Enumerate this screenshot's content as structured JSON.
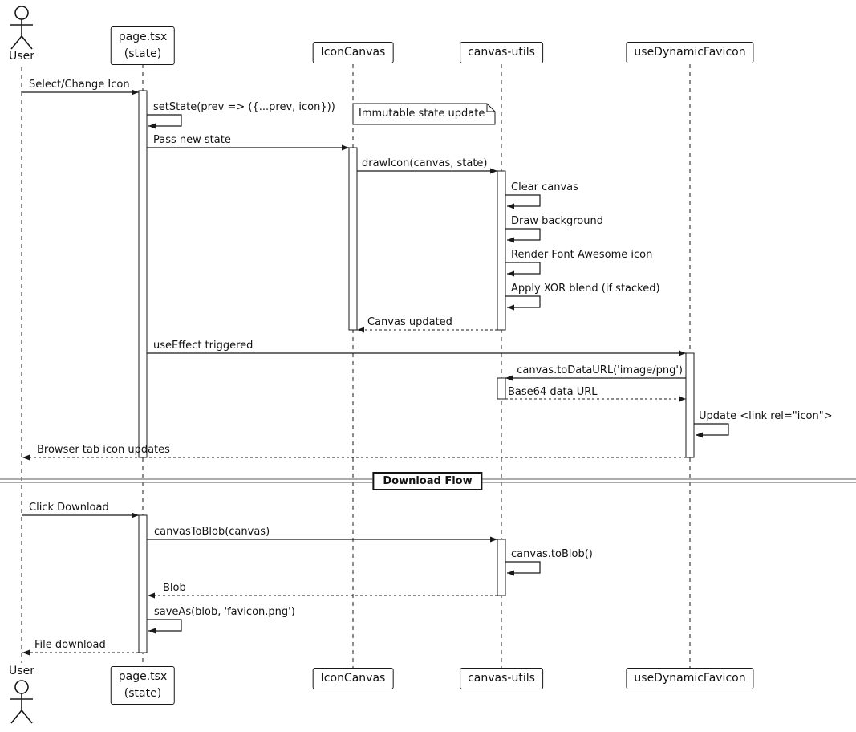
{
  "participants": {
    "user": {
      "label": "User"
    },
    "page": {
      "line1": "page.tsx",
      "line2": "(state)"
    },
    "icon_canvas": {
      "label": "IconCanvas"
    },
    "canvas_utils": {
      "label": "canvas-utils"
    },
    "use_dynamic_favicon": {
      "label": "useDynamicFavicon"
    }
  },
  "note": {
    "text": "Immutable state update"
  },
  "divider": {
    "label": "Download Flow"
  },
  "messages": {
    "select_change_icon": "Select/Change Icon",
    "set_state": "setState(prev => ({...prev, icon}))",
    "pass_new_state": "Pass new state",
    "draw_icon": "drawIcon(canvas, state)",
    "clear_canvas": "Clear canvas",
    "draw_background": "Draw background",
    "render_fa_icon": "Render Font Awesome icon",
    "apply_xor": "Apply XOR blend (if stacked)",
    "canvas_updated": "Canvas updated",
    "use_effect": "useEffect triggered",
    "to_data_url": "canvas.toDataURL('image/png')",
    "base64_data_url": "Base64 data URL",
    "update_link": "Update <link rel=\"icon\">",
    "browser_tab": "Browser tab icon updates",
    "click_download": "Click Download",
    "canvas_to_blob": "canvasToBlob(canvas)",
    "to_blob": "canvas.toBlob()",
    "blob": "Blob",
    "save_as": "saveAs(blob, 'favicon.png')",
    "file_download": "File download"
  }
}
